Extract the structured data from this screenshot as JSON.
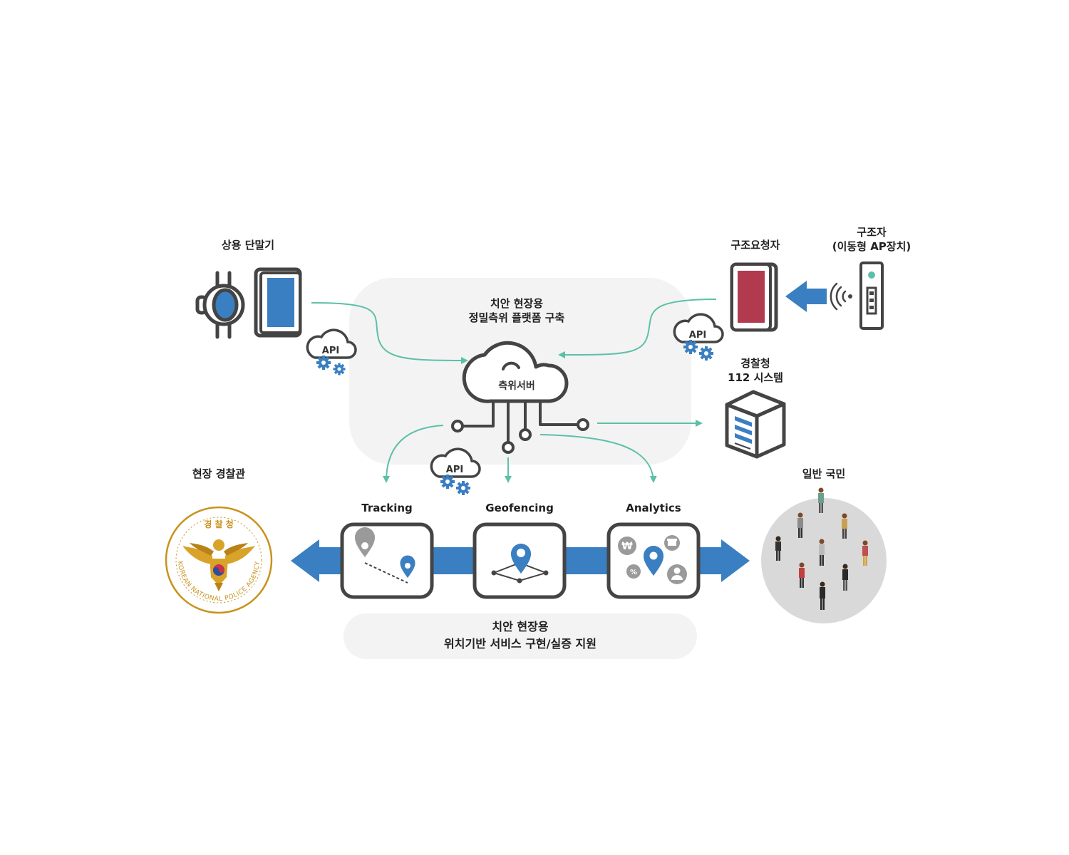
{
  "labels": {
    "commercial_devices": "상용 단말기",
    "rescue_requester": "구조요청자",
    "rescuer_line1": "구조자",
    "rescuer_line2": "(이동형 AP장치)",
    "platform_line1": "치안 현장용",
    "platform_line2": "정밀측위 플랫폼 구축",
    "positioning_server": "측위서버",
    "police_agency_line1": "경찰청",
    "police_agency_line2": "112 시스템",
    "field_officer": "현장 경찰관",
    "general_public": "일반 국민",
    "support_line1": "치안 현장용",
    "support_line2": "위치기반 서비스 구현/실증 지원"
  },
  "services": [
    {
      "name": "Tracking"
    },
    {
      "name": "Geofencing"
    },
    {
      "name": "Analytics"
    }
  ],
  "api_badge": "API",
  "emblem": {
    "top_text": "경 찰 청",
    "ring_text": "KOREAN NATIONAL POLICE AGENCY"
  },
  "icons": {
    "won": "₩",
    "percent": "%"
  },
  "colors": {
    "blue": "#3a7fc1",
    "teal": "#5cc0a8",
    "dark": "#444444",
    "red": "#b23a4e",
    "panel": "#f3f3f3",
    "gold": "#c9921c"
  }
}
